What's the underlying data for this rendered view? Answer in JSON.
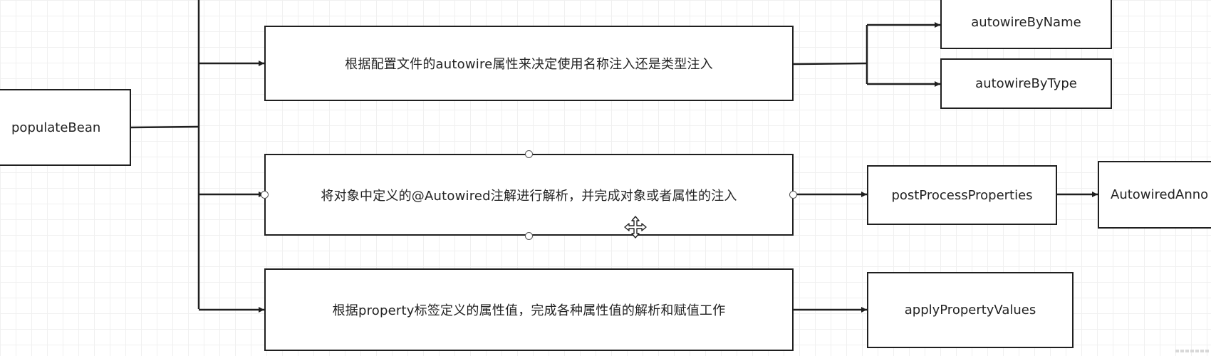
{
  "diagram": {
    "nodes": {
      "populate_bean": "populateBean",
      "autowire_desc": "根据配置文件的autowire属性来决定使用名称注入还是类型注入",
      "annotation_desc": "将对象中定义的@Autowired注解进行解析，并完成对象或者属性的注入",
      "property_desc": "根据property标签定义的属性值，完成各种属性值的解析和赋值工作",
      "autowire_by_name": "autowireByName",
      "autowire_by_type": "autowireByType",
      "post_process_properties": "postProcessProperties",
      "autowired_annotation_truncated": "AutowiredAnno",
      "apply_property_values": "applyPropertyValues"
    },
    "colors": {
      "stroke": "#1f1f1f",
      "text": "#222222",
      "grid": "#f0f0f0",
      "background": "#ffffff"
    },
    "icons": {
      "cursor": "move-cursor-icon"
    }
  }
}
